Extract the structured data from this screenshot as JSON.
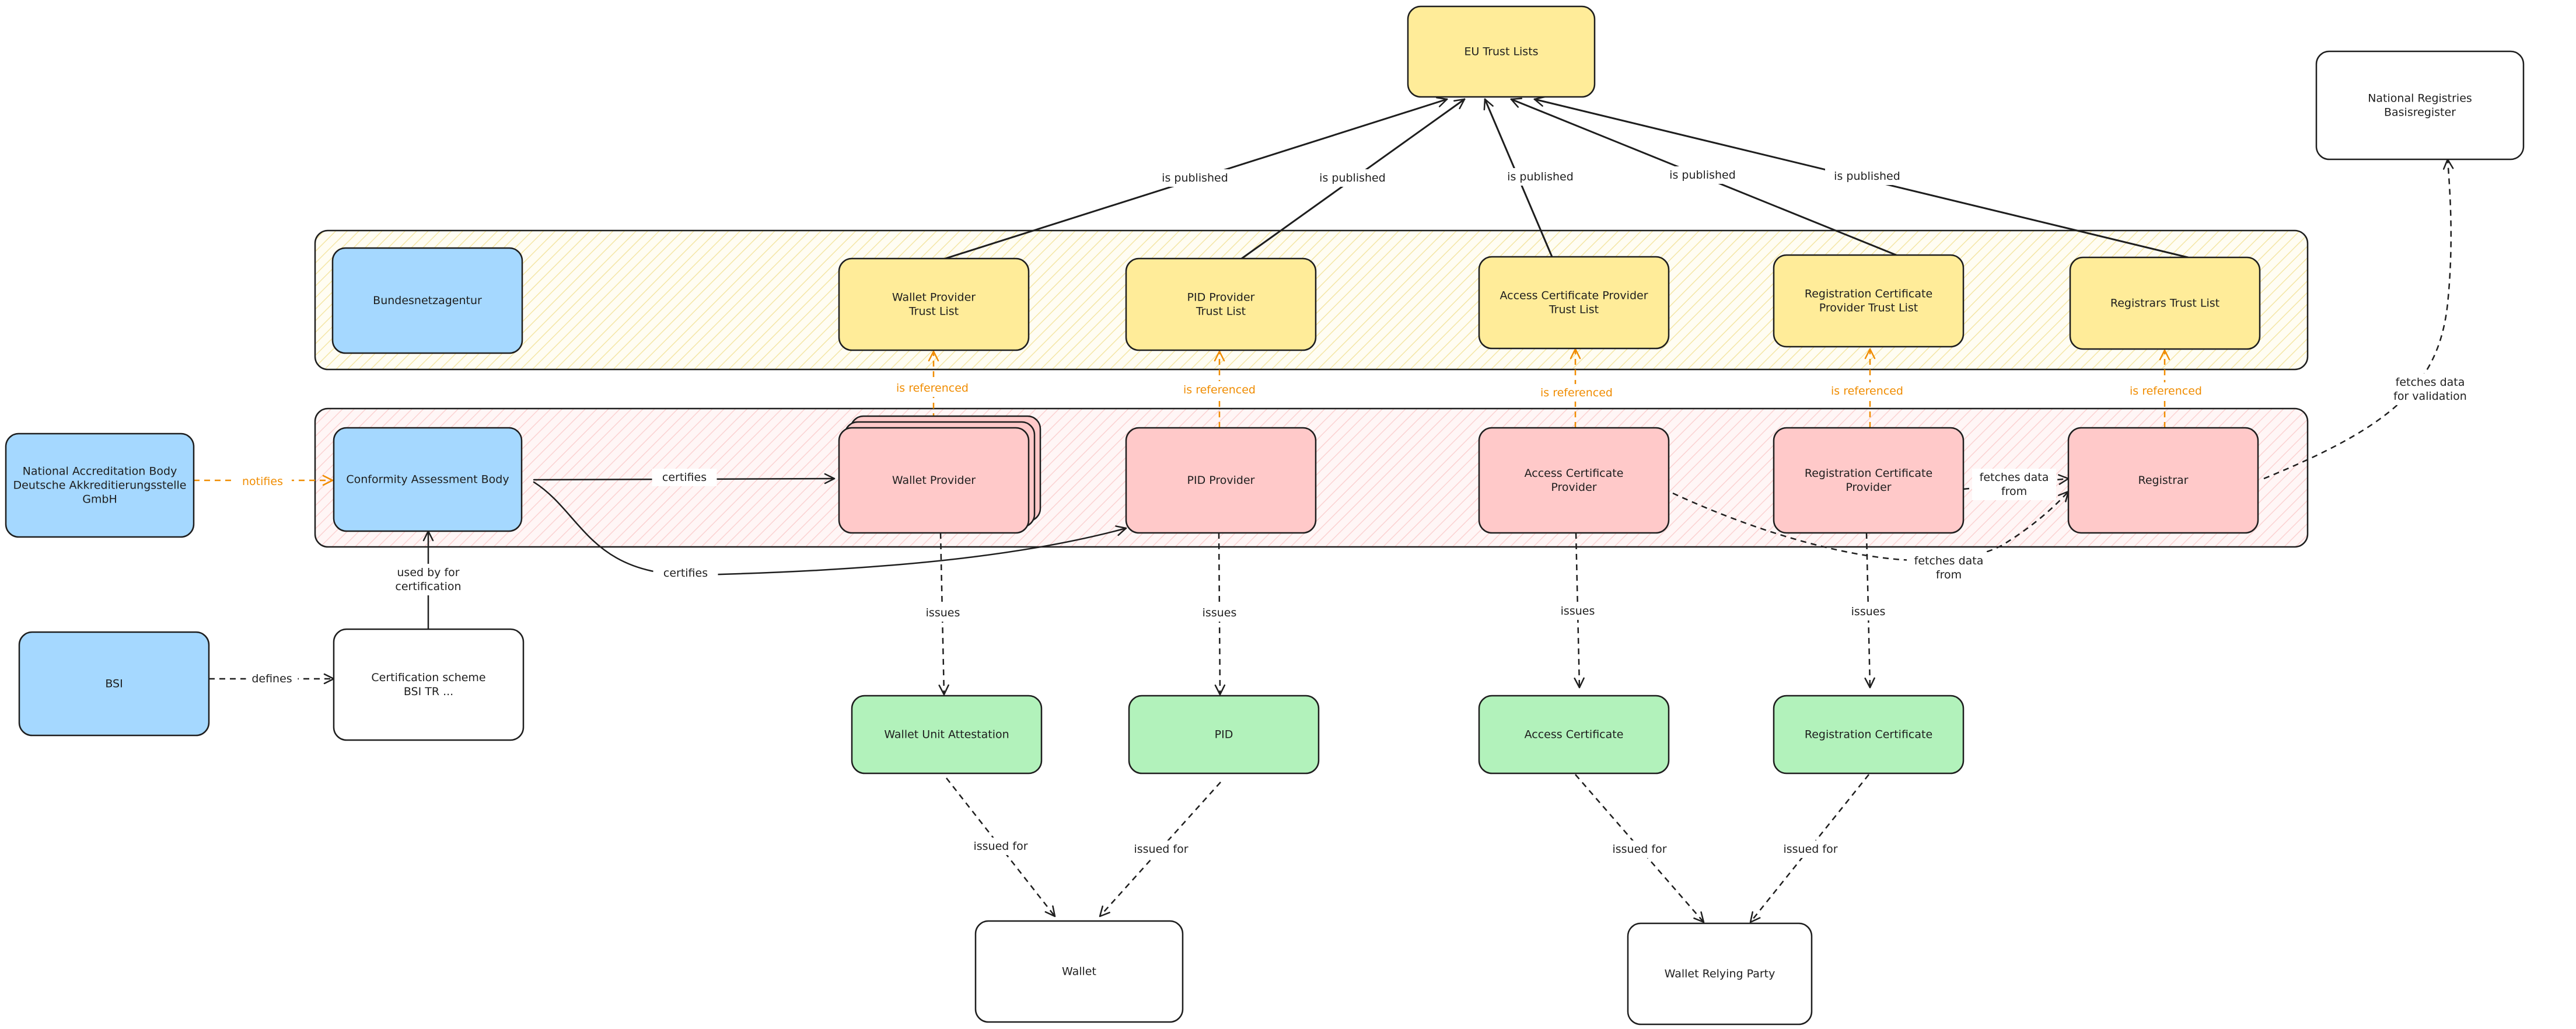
{
  "colors": {
    "yellow": "#ffec99",
    "blue": "#a5d8ff",
    "red": "#ffc9c9",
    "green": "#b2f2bb",
    "white": "#ffffff",
    "stroke": "#1e1e1e",
    "orange": "#f08c00"
  },
  "nodes": {
    "eu_trust_lists": "EU Trust Lists",
    "national_registries": "National Registries\nBasisregister",
    "bundesnetzagentur": "Bundesnetzagentur",
    "wallet_provider_tl": "Wallet Provider\nTrust List",
    "pid_provider_tl": "PID Provider\nTrust List",
    "access_cert_provider_tl": "Access Certificate Provider\nTrust List",
    "registration_cert_provider_tl": "Registration Certificate\nProvider Trust List",
    "registrars_tl": "Registrars Trust List",
    "national_accreditation_body": "National Accreditation Body\nDeutsche Akkreditierungsstelle\nGmbH",
    "conformity_assessment_body": "Conformity Assessment Body",
    "wallet_provider": "Wallet Provider",
    "pid_provider": "PID Provider",
    "access_cert_provider": "Access Certificate\nProvider",
    "registration_cert_provider": "Registration Certificate\nProvider",
    "registrar": "Registrar",
    "bsi": "BSI",
    "certification_scheme": "Certification scheme\nBSI TR ...",
    "wallet_unit_attestation": "Wallet Unit Attestation",
    "pid": "PID",
    "access_certificate": "Access Certificate",
    "registration_certificate": "Registration Certificate",
    "wallet": "Wallet",
    "wallet_relying_party": "Wallet Relying Party"
  },
  "edges": {
    "is_published": "is published",
    "is_referenced": "is referenced",
    "notifies": "notifies",
    "certifies": "certifies",
    "used_by_for_certification": "used by for\ncertification",
    "defines": "defines",
    "issues": "issues",
    "issued_for": "issued for",
    "fetches_data_from": "fetches data\nfrom",
    "fetches_data_for_validation": "fetches data\nfor validation"
  }
}
